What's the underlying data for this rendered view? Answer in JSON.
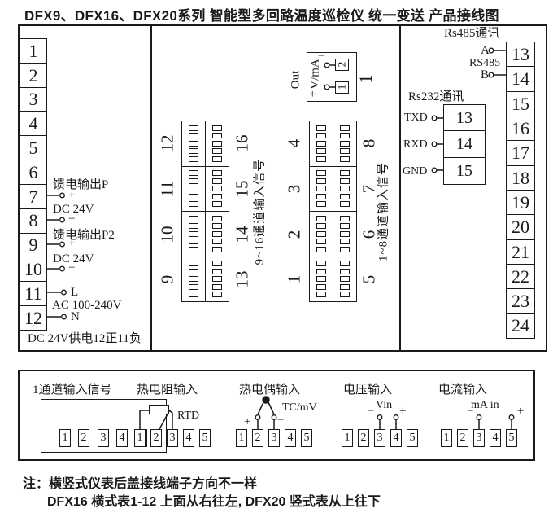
{
  "title": "DFX9、DFX16、DFX20系列 智能型多回路温度巡检仪 统一变送 产品接线图",
  "left_block": {
    "terminals": [
      "1",
      "2",
      "3",
      "4",
      "5",
      "6",
      "7",
      "8",
      "9",
      "10",
      "11",
      "12"
    ],
    "feed_output_p": "馈电输出P",
    "dc24v_1": "DC 24V",
    "feed_output_p2": "馈电输出P2",
    "dc24v_2": "DC 24V",
    "ac_range": "AC 100-240V",
    "plus1": "+",
    "minus1": "−",
    "plus2": "+",
    "minus2": "−",
    "live": "L",
    "neutral": "N",
    "power_note": "DC 24V供电12正11负"
  },
  "output_box": {
    "out_label": "Out",
    "unit_label": "V/mA",
    "plus": "+",
    "minus": "−",
    "terminal_2": "2",
    "terminal_1": "1",
    "side_label": "1"
  },
  "connector_9_16": {
    "label": "9~16通道输入信号",
    "left_numbers": [
      "12",
      "11",
      "10",
      "9"
    ],
    "right_numbers": [
      "16",
      "15",
      "14",
      "13"
    ]
  },
  "connector_1_8": {
    "label": "1~8通道输入信号",
    "left_numbers": [
      "4",
      "3",
      "2",
      "1"
    ],
    "right_numbers": [
      "8",
      "7",
      "6",
      "5"
    ]
  },
  "rs485": {
    "title": "Rs485通讯",
    "line_a": "A",
    "mid_label": "RS485",
    "line_b": "B"
  },
  "rs232": {
    "title": "Rs232通讯",
    "rows": [
      {
        "label": "TXD",
        "terminal": "13"
      },
      {
        "label": "RXD",
        "terminal": "14"
      },
      {
        "label": "GND",
        "terminal": "15"
      }
    ]
  },
  "right_block": {
    "terminals": [
      "13",
      "14",
      "15",
      "16",
      "17",
      "18",
      "19",
      "20",
      "21",
      "22",
      "23",
      "24"
    ]
  },
  "bottom_panel": {
    "groups": [
      {
        "title": "1通道输入信号",
        "terminals": [
          "1",
          "2",
          "3",
          "4",
          "5"
        ]
      },
      {
        "title": "热电阻输入",
        "tag": "RTD",
        "terminals": [
          "1",
          "2",
          "3",
          "4",
          "5"
        ]
      },
      {
        "title": "热电偶输入",
        "tag": "TC/mV",
        "plus": "+",
        "minus": "−",
        "terminals": [
          "1",
          "2",
          "3",
          "4",
          "5"
        ]
      },
      {
        "title": "电压输入",
        "tag": "Vin",
        "plus": "+",
        "minus": "−",
        "terminals": [
          "1",
          "2",
          "3",
          "4",
          "5"
        ]
      },
      {
        "title": "电流输入",
        "tag": "mA in",
        "plus": "+",
        "minus": "−",
        "terminals": [
          "1",
          "2",
          "3",
          "4",
          "5"
        ]
      }
    ]
  },
  "notes": {
    "line1": "注：横竖式仪表后盖接线端子方向不一样",
    "line2": "DFX16 横式表1-12 上面从右往左, DFX20 竖式表从上往下"
  }
}
